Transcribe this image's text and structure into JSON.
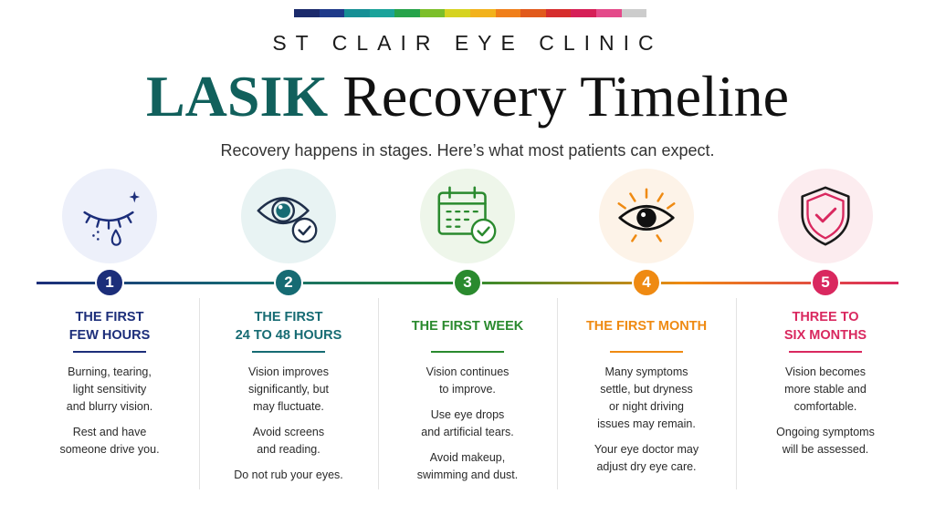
{
  "header": {
    "clinic_name": "ST CLAIR EYE CLINIC",
    "title_accent": "LASIK",
    "title_rest": "Recovery Timeline",
    "subtitle": "Recovery happens in stages. Here’s what most patients can expect."
  },
  "colors": {
    "strip": [
      "#1b2a6b",
      "#1f3a8a",
      "#168f95",
      "#1aa39a",
      "#26a34a",
      "#7cbf2a",
      "#d6d320",
      "#f2b21c",
      "#f07f1a",
      "#e15a1c",
      "#d62d2d",
      "#d61f57",
      "#e44a8a",
      "#cccccc"
    ],
    "teal_title": "#11605c"
  },
  "stages": [
    {
      "number": "1",
      "title": "THE FIRST\nFEW HOURS",
      "color": "#1c2e7a",
      "bg": "#edf0fa",
      "icon": "crying-eye-icon",
      "body": [
        "Burning, tearing,\nlight sensitivity\nand blurry vision.",
        "Rest and have\nsomeone drive you."
      ]
    },
    {
      "number": "2",
      "title": "THE FIRST\n24 TO 48 HOURS",
      "color": "#166b73",
      "bg": "#e8f3f3",
      "icon": "eye-check-icon",
      "body": [
        "Vision improves\nsignificantly, but\nmay fluctuate.",
        "Avoid screens\nand reading.",
        "Do not rub your eyes."
      ]
    },
    {
      "number": "3",
      "title": "THE FIRST WEEK",
      "color": "#2a8a2e",
      "bg": "#eef6ea",
      "icon": "calendar-check-icon",
      "body": [
        "Vision continues\nto improve.",
        "Use eye drops\nand artificial tears.",
        "Avoid makeup,\nswimming and dust."
      ]
    },
    {
      "number": "4",
      "title": "THE FIRST MONTH",
      "color": "#ef8a12",
      "bg": "#fdf3e8",
      "icon": "radiant-eye-icon",
      "body": [
        "Many symptoms\nsettle, but dryness\nor night driving\nissues may remain.",
        "Your eye doctor may\nadjust dry eye care."
      ]
    },
    {
      "number": "5",
      "title": "THREE TO\nSIX MONTHS",
      "color": "#d9285f",
      "bg": "#fcecef",
      "icon": "shield-check-icon",
      "body": [
        "Vision becomes\nmore stable and\ncomfortable.",
        "Ongoing symptoms\nwill be assessed."
      ]
    }
  ]
}
